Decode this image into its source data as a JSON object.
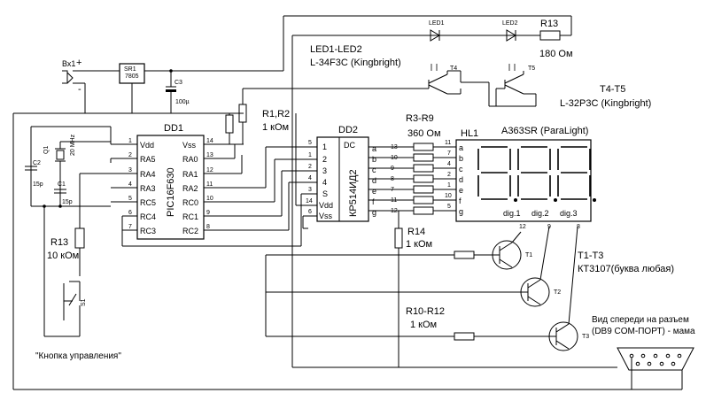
{
  "power": {
    "input_label": "Вх1",
    "plus": "+",
    "minus": "-",
    "regulator_name": "SR1",
    "regulator_type": "7805",
    "cap_name": "C3",
    "cap_value": "100µ"
  },
  "oscillator": {
    "crystal": "Q1",
    "crystal_freq": "20 MHz",
    "c1": "C1",
    "c1_value": "15p",
    "c2": "C2",
    "c2_value": "15p"
  },
  "mcu": {
    "name": "DD1",
    "part": "PIC16F630",
    "left_pins": [
      {
        "num": "1",
        "label": "Vdd"
      },
      {
        "num": "2",
        "label": "RA5"
      },
      {
        "num": "3",
        "label": "RA4"
      },
      {
        "num": "4",
        "label": "RA3"
      },
      {
        "num": "5",
        "label": "RC5"
      },
      {
        "num": "6",
        "label": "RC4"
      },
      {
        "num": "7",
        "label": "RC3"
      }
    ],
    "right_pins": [
      {
        "num": "14",
        "label": "Vss"
      },
      {
        "num": "13",
        "label": "RA0"
      },
      {
        "num": "12",
        "label": "RA1"
      },
      {
        "num": "11",
        "label": "RA2"
      },
      {
        "num": "10",
        "label": "RC0"
      },
      {
        "num": "9",
        "label": "RC1"
      },
      {
        "num": "8",
        "label": "RC2"
      }
    ]
  },
  "decoder": {
    "name": "DD2",
    "part": "КР514ИД2",
    "header": "DC",
    "left_pins": [
      {
        "num": "5",
        "label": "1"
      },
      {
        "num": "1",
        "label": "2"
      },
      {
        "num": "2",
        "label": "3"
      },
      {
        "num": "4",
        "label": "4"
      },
      {
        "num": "3",
        "label": "S"
      },
      {
        "num": "14",
        "label": "Vdd"
      },
      {
        "num": "6",
        "label": "Vss"
      }
    ],
    "right_pins": [
      {
        "num": "13",
        "label": "a"
      },
      {
        "num": "10",
        "label": "b"
      },
      {
        "num": "9",
        "label": "c"
      },
      {
        "num": "8",
        "label": "d"
      },
      {
        "num": "7",
        "label": "e"
      },
      {
        "num": "11",
        "label": "f"
      },
      {
        "num": "12",
        "label": "g"
      }
    ]
  },
  "display": {
    "name": "HL1",
    "part": "A363SR (ParaLight)",
    "seg_pins": [
      {
        "num": "11",
        "label": "a"
      },
      {
        "num": "7",
        "label": "b"
      },
      {
        "num": "4",
        "label": "c"
      },
      {
        "num": "2",
        "label": "d"
      },
      {
        "num": "1",
        "label": "e"
      },
      {
        "num": "10",
        "label": "f"
      },
      {
        "num": "5",
        "label": "g"
      }
    ],
    "digits": [
      {
        "pin": "12",
        "label": "dig.1"
      },
      {
        "pin": "9",
        "label": "dig.2"
      },
      {
        "pin": "8",
        "label": "dig.3"
      }
    ]
  },
  "labels": {
    "leds": "LED1-LED2",
    "leds_part": "L-34F3C (Kingbright)",
    "led1": "LED1",
    "led2": "LED2",
    "r13_top": "R13",
    "r13_top_value": "180 Ом",
    "t4": "T4",
    "t5": "T5",
    "t4t5": "T4-T5",
    "t4t5_part": "L-32P3C (Kingbright)",
    "r1r2": "R1,R2",
    "r1r2_value": "1 кОм",
    "r3r9": "R3-R9",
    "r3r9_value": "360 Ом",
    "r14": "R14",
    "r14_value": "1 кОм",
    "r13_left": "R13",
    "r13_left_value": "10 кОм",
    "s1": "S1",
    "t1t3": "T1-T3",
    "t1t3_part": "КТ3107(буква любая)",
    "t1": "T1",
    "t2": "T2",
    "t3": "T3",
    "r10r12": "R10-R12",
    "r10r12_value": "1 кОм",
    "connector": "Вид спереди на разъем",
    "connector2": "(DB9 COM-ПОРТ) - мама",
    "button": "\"Кнопка управления\""
  }
}
